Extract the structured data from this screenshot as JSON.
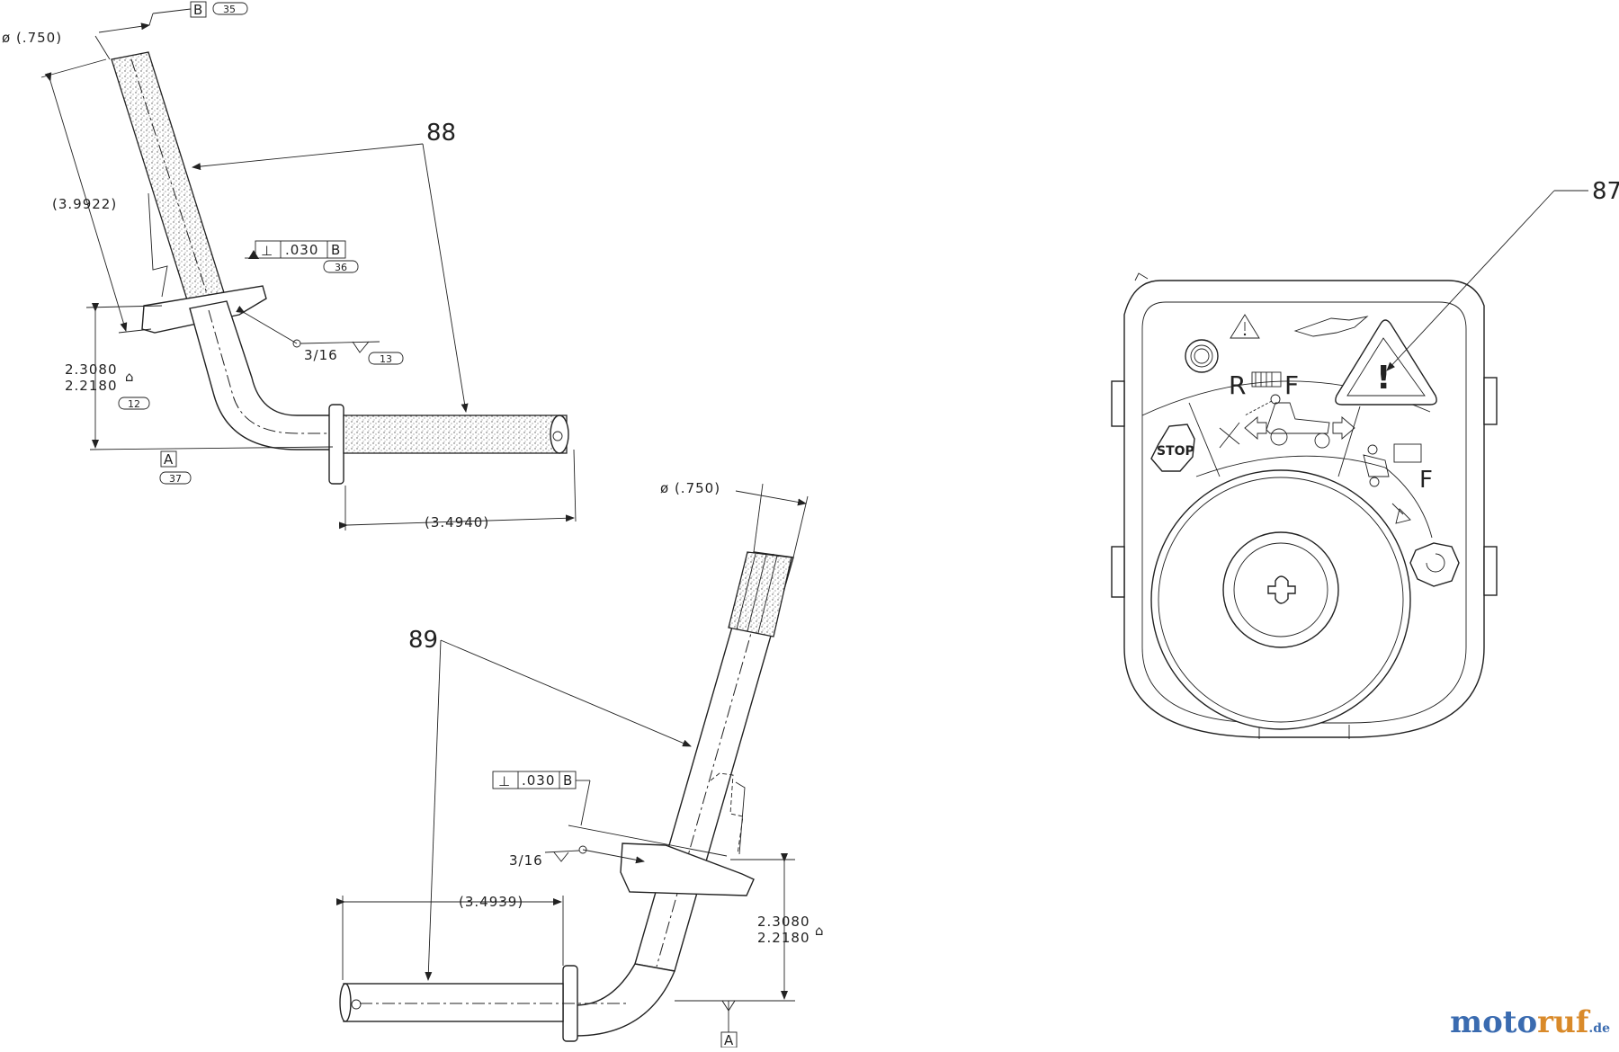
{
  "callouts": {
    "part_87": "87",
    "part_88": "88",
    "part_89": "89"
  },
  "upper_shaft": {
    "diameter": "ø (.750)",
    "datum_b": "B",
    "datum_b_ref": "35",
    "length": "(3.9922)",
    "tolerance_value": ".030",
    "tolerance_datum": "B",
    "tolerance_ref": "36",
    "height_max": "2.3080",
    "height_min": "2.2180",
    "height_ref": "12",
    "weld": "3/16",
    "weld_ref": "13",
    "datum_a": "A",
    "datum_a_ref": "37",
    "stub_length": "(3.4940)"
  },
  "lower_shaft": {
    "diameter": "ø (.750)",
    "tolerance_value": ".030",
    "tolerance_datum": "B",
    "weld": "3/16",
    "stub_length": "(3.4939)",
    "height_max": "2.3080",
    "height_min": "2.2180",
    "datum_a": "A"
  },
  "switch_panel": {
    "direction_reverse": "R",
    "direction_forward": "F",
    "direction_forward_side": "F",
    "stop_label": "STOP",
    "warning_symbol": "!"
  },
  "watermark": {
    "brand_part1": "moto",
    "brand_part2": "ruf",
    "brand_suffix": ".de"
  },
  "colors": {
    "line": "#222222",
    "brand_blue": "#3a6bb0",
    "brand_orange": "#d98a2a"
  }
}
